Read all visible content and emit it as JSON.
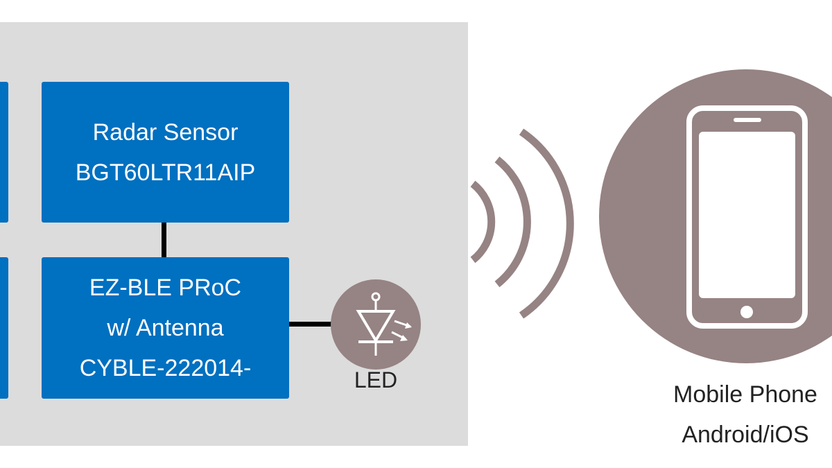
{
  "colors": {
    "board_background": "#dcdcdc",
    "block_fill": "#0070c0",
    "block_text": "#ffffff",
    "icon_circle": "#968384",
    "connector": "#000000",
    "label_text": "#222222"
  },
  "blocks": {
    "radar": {
      "line1": "Radar Sensor",
      "line2": "BGT60LTR11AIP"
    },
    "ble": {
      "line1": "EZ-BLE PRoC",
      "line2": "w/ Antenna",
      "line3": "CYBLE-222014-"
    }
  },
  "led": {
    "label": "LED",
    "icon": "led-icon"
  },
  "wireless": {
    "icon": "wireless-signal-icon"
  },
  "phone": {
    "icon": "smartphone-icon",
    "line1": "Mobile Phone",
    "line2": "Android/iOS"
  }
}
